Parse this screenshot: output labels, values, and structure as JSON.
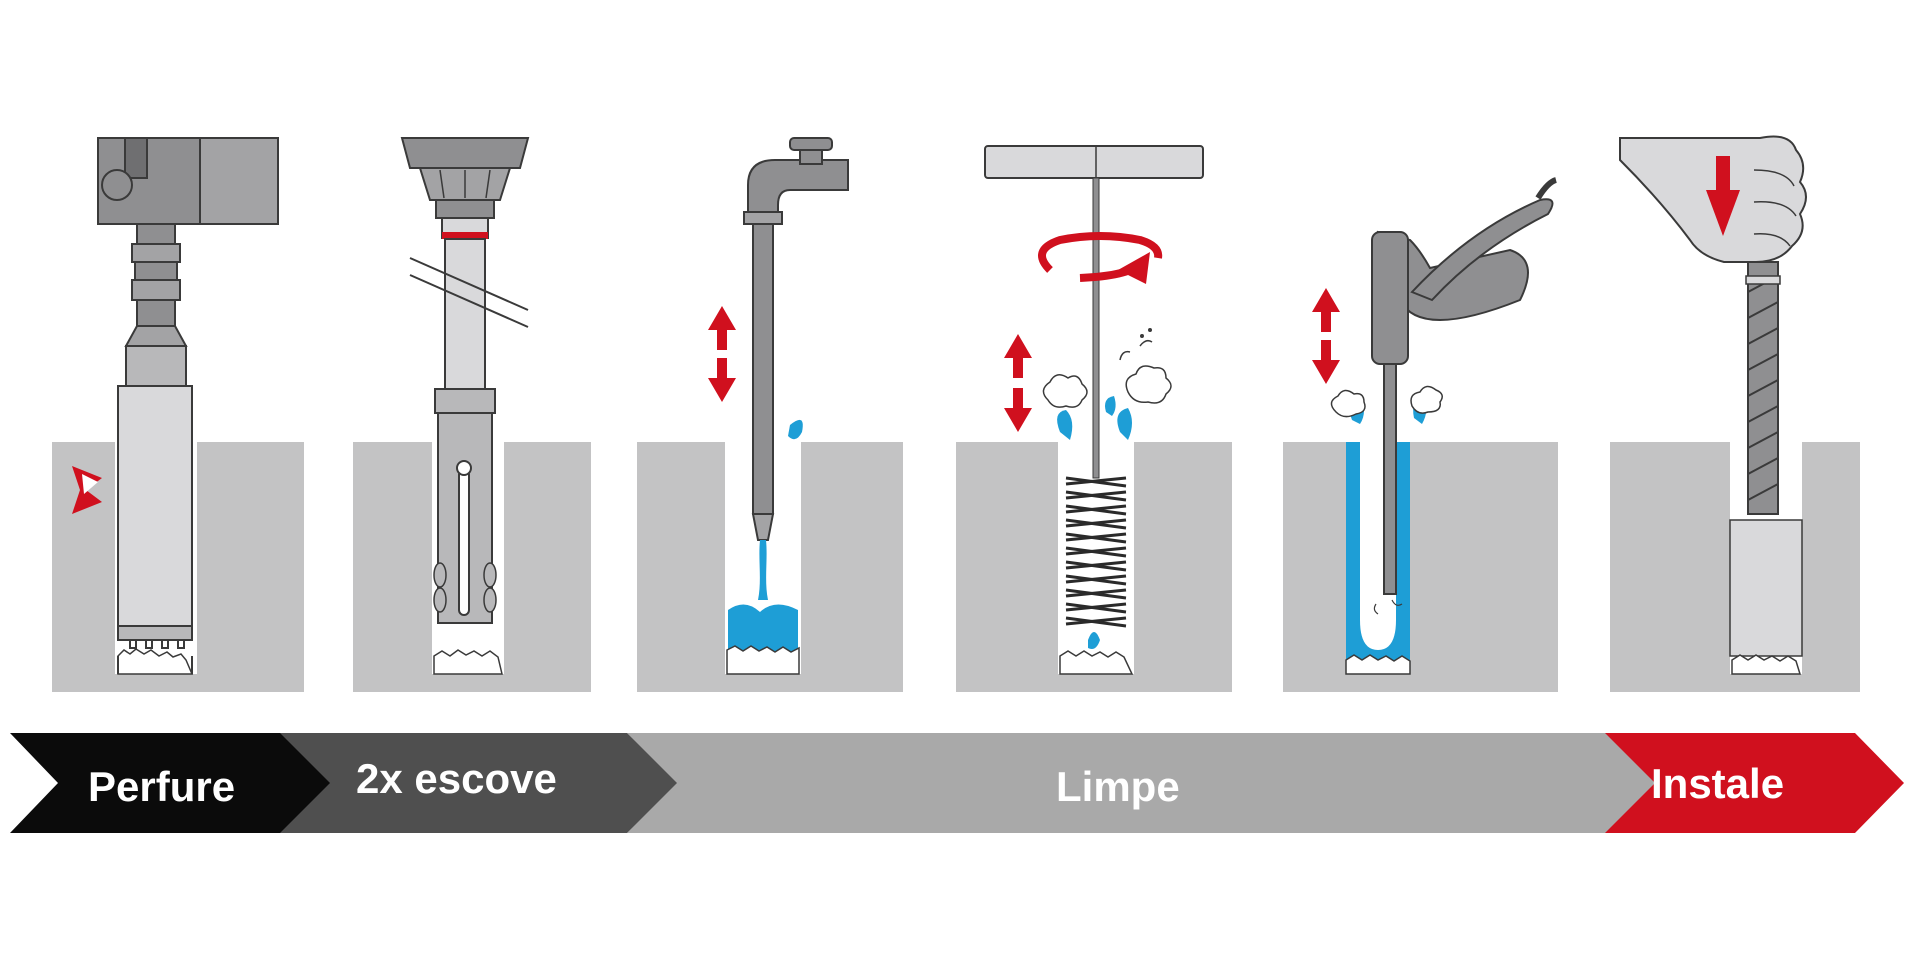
{
  "steps": [
    {
      "label": "Perfure",
      "color": "#0b0b0b"
    },
    {
      "label": "2x escove",
      "color": "#4f4f4f"
    },
    {
      "label": "Limpe",
      "color": "#a9a9a9"
    },
    {
      "label": "Instale",
      "color": "#d0101e"
    }
  ],
  "colors": {
    "concrete": "#c3c3c4",
    "tool_gray": "#8f8f91",
    "tool_light": "#d9d9db",
    "tool_outline": "#3a3a3a",
    "water": "#1e9ed6",
    "arrow_red": "#d0101e"
  },
  "panels": [
    {
      "icon": "drill-icon"
    },
    {
      "icon": "brush-icon"
    },
    {
      "icon": "water-tap-icon"
    },
    {
      "icon": "rotating-brush-icon"
    },
    {
      "icon": "air-blower-icon"
    },
    {
      "icon": "rebar-insert-icon"
    }
  ]
}
